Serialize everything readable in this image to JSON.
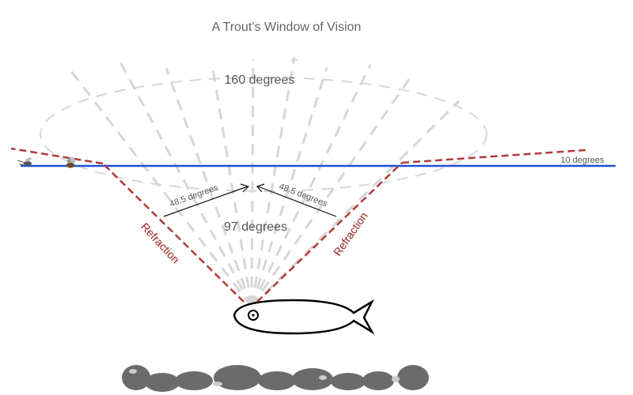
{
  "title": "A Trout’s Window of Vision",
  "labels": {
    "outer_angle": "160 degrees",
    "inner_angle": "97 degrees",
    "left_half_angle": "48.5 degrees",
    "right_half_angle": "48.5 degrees",
    "surface_angle": "10 degrees",
    "left_refraction": "Refraction",
    "right_refraction": "Refraction"
  },
  "colors": {
    "title": "#666666",
    "label": "#555555",
    "water_surface": "#1f4fd8",
    "refraction": "#b03a3a",
    "refraction_label": "#9b1c1c",
    "sight_lines": "#d6d6d6",
    "fish_outline": "#000000",
    "rocks": "#6b6b6b"
  },
  "icons": {
    "left_bug": "mosquito-icon",
    "right_bug": "fly-icon"
  }
}
